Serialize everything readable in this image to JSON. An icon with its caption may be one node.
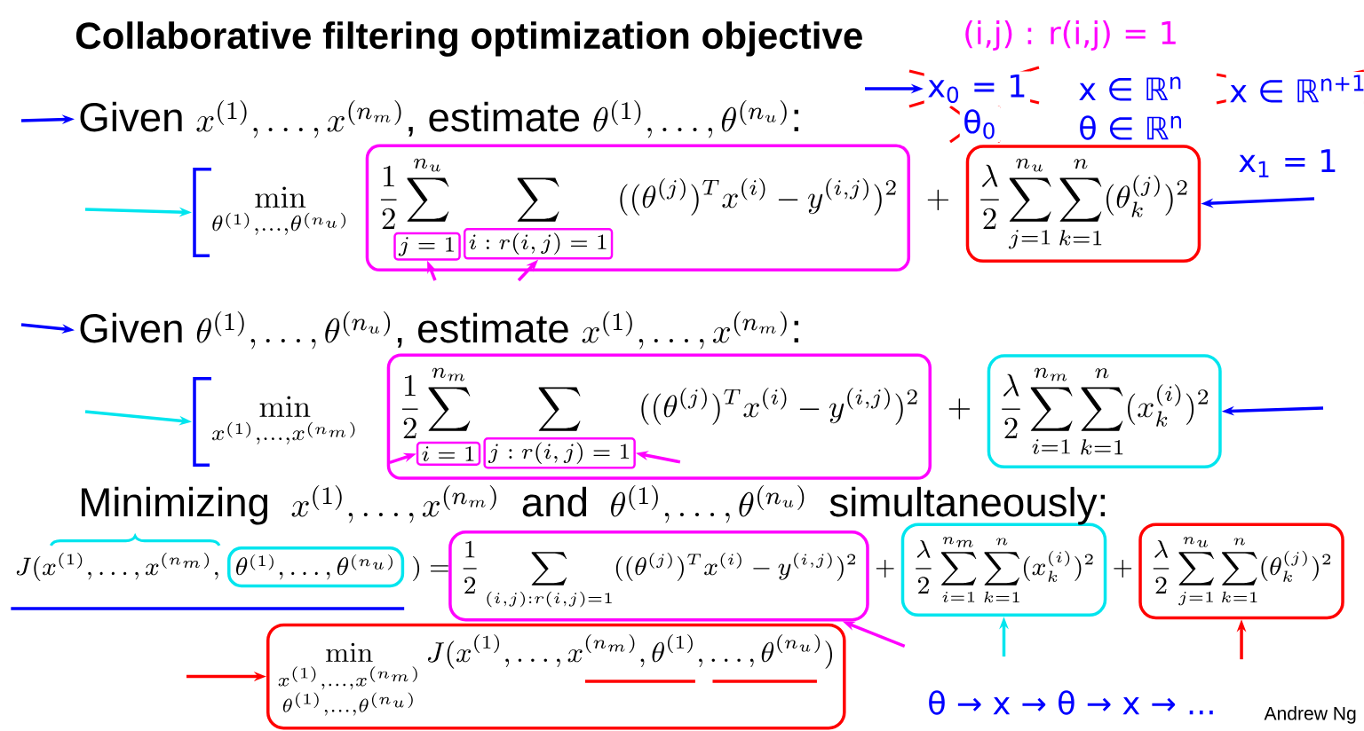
{
  "diagram": {
    "title": "Collaborative filtering optimization objective",
    "nodes": [
      {
        "text": [
          "Given",
          "x^{(1)},\\ldots,x^{(n_m)}",
          ", estimate",
          "\\theta^{(1)},\\ldots,\\theta^{(n_u)}",
          ":"
        ]
      },
      {
        "text": [
          "x$_{0}$ = 1"
        ]
      },
      {
        "text": [
          "\\min_{\\theta^{(1)},\\ldots,\\theta^{(n_u)}}"
        ]
      },
      {
        "text": [
          "\\frac{1}{2}\\sum^{n_u}",
          "\\sum",
          "((\\theta^{(j)})^T x^{(i)} - y^{(i,j)})^2"
        ]
      },
      {
        "text": [
          "j=1"
        ],
        "in": 3
      },
      {
        "text": [
          "i:r(i,j)=1"
        ],
        "in": 3
      },
      {
        "text": [
          "\\frac{\\lambda}{2}\\sum_{j=1}^{n_u}\\sum_{k=1}^{n}(\\theta_k^{(j)})^2"
        ]
      },
      {
        "text": [
          "Given",
          "\\theta^{(1)},\\ldots,\\theta^{(n_u)}",
          ", estimate",
          "x^{(1)},\\ldots,x^{(n_m)}",
          ":"
        ]
      },
      {
        "text": [
          "\\min_{x^{(1)},\\ldots,x^{(n_m)}}"
        ]
      },
      {
        "text": [
          "\\frac{1}{2}\\sum^{n_m}",
          "\\sum",
          "((\\theta^{(j)})^T x^{(i)} - y^{(i,j)})^2"
        ]
      },
      {
        "text": [
          "i=1"
        ],
        "in": 9
      },
      {
        "text": [
          "j:r(i,j)=1"
        ],
        "in": 9
      },
      {
        "text": [
          "\\frac{\\lambda}{2}\\sum_{i=1}^{n_m}\\sum_{k=1}^{n}(x_k^{(i)})^2"
        ]
      },
      {
        "text": [
          "\\theta^{(1)},\\ldots,\\theta^{(n_u)}"
        ]
      },
      {
        "text": [
          "\\frac{1}{2}\\sum_{(i,j):r(i,j)=1}((\\theta^{(j)})^T x^{(i)} - y^{(i,j)})^2"
        ]
      },
      {
        "text": [
          "\\frac{\\lambda}{2}\\sum_{i=1}^{n_m}\\sum_{k=1}^{n}(x_k^{(i)})^2"
        ]
      },
      {
        "text": [
          "\\frac{\\lambda}{2}\\sum_{j=1}^{n_u}\\sum_{k=1}^{n}(\\theta_k^{(j)})^2"
        ]
      },
      {
        "text": [
          "\\min_{\\substack{x^{(1)},\\ldots,x^{(n_m)}\\\\ \\theta^{(1)},\\ldots,\\theta^{(n_u)}}} J(x^{(1)},\\ldots,x^{(n_m)},\\theta^{(1)},\\ldots,\\theta^{(n_u)})"
        ]
      }
    ],
    "edges": [
      {
        "from": null,
        "to": 0,
        "arrow": "to"
      },
      {
        "from": null,
        "to": 1,
        "arrow": "to"
      },
      {
        "from": null,
        "to": 2,
        "arrow": "to",
        "color": "#00e5ee"
      },
      {
        "from": null,
        "to": 4,
        "arrow": "to",
        "color": "#ff00ff"
      },
      {
        "from": null,
        "to": 5,
        "arrow": "to",
        "color": "#ff00ff"
      },
      {
        "from": null,
        "to": 6,
        "arrow": "to"
      },
      {
        "from": null,
        "to": 7,
        "arrow": "to"
      },
      {
        "from": null,
        "to": 8,
        "arrow": "to",
        "color": "#00e5ee"
      },
      {
        "from": null,
        "to": 10,
        "arrow": "to",
        "color": "#ff00ff"
      },
      {
        "from": null,
        "to": 11,
        "arrow": "to",
        "color": "#ff00ff"
      },
      {
        "from": null,
        "to": 12,
        "arrow": "to"
      },
      {
        "from": null,
        "to": 14,
        "arrow": "to",
        "color": "#ff00ff"
      },
      {
        "from": null,
        "to": 15,
        "arrow": "to",
        "color": "#00e5ee"
      },
      {
        "from": null,
        "to": 16,
        "arrow": "to",
        "color": "#ff0000"
      },
      {
        "from": null,
        "to": 17,
        "arrow": "to",
        "color": "#ff0000"
      }
    ],
    "labels": [
      "(i,j) : r(i,j) = 1",
      "x ∈ ℝ$^{n}$",
      "x ∈ ℝ$^{n+1}$",
      "θ$_{0}$",
      "θ ∈ ℝ$^{n}$",
      "x$_{1}$ = 1",
      "+",
      "+",
      "Minimizing",
      "x^{(1)},\\ldots,x^{(n_m)}",
      "and",
      "\\theta^{(1)},\\ldots,\\theta^{(n_u)}",
      "simultaneously:",
      "J(x^{(1)},\\ldots,x^{(n_m)},",
      ")=",
      "+",
      "+",
      "θ → x → θ → x → ...",
      "Andrew Ng"
    ]
  }
}
